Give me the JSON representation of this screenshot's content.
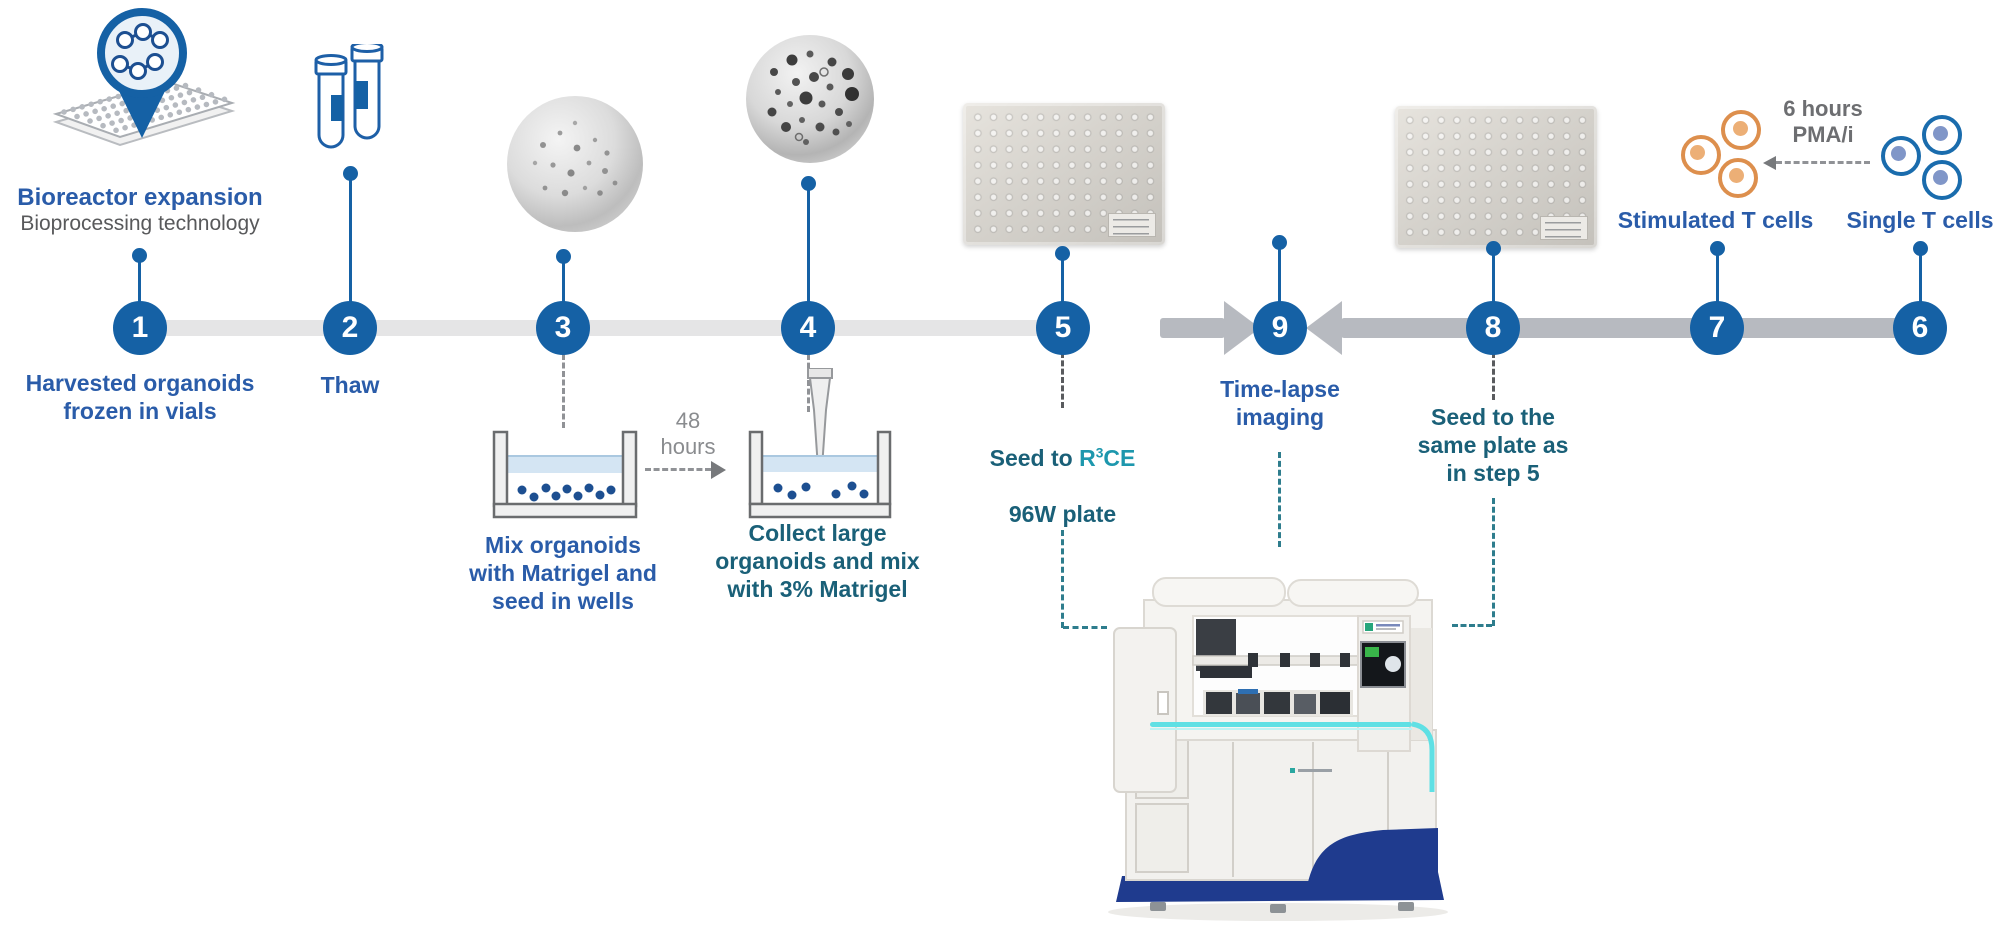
{
  "title": {
    "heading": "Bioreactor expansion",
    "subheading": "Bioprocessing technology"
  },
  "steps": [
    {
      "number": "1",
      "label": "Harvested organoids\nfrozen in vials",
      "icon": "wellplate-pin-icon"
    },
    {
      "number": "2",
      "label": "Thaw",
      "icon": "cryovials-icon"
    },
    {
      "number": "3",
      "label": "Mix organoids\nwith Matrigel and\nseed in wells",
      "icon": "organoid-sphere-photo",
      "sub_icon": "well-cross-section-icon"
    },
    {
      "number": "4",
      "label": "Collect large\norganoids and mix\nwith 3% Matrigel",
      "icon": "organoid-sphere-photo",
      "sub_icon": "well-with-pipette-icon"
    },
    {
      "number": "5",
      "label_prefix": "Seed to ",
      "label_r": "R",
      "label_sup": "3",
      "label_ce": "CE",
      "label_line2": "96W plate",
      "icon": "96-well-plate-photo"
    },
    {
      "number": "6",
      "label": "Single T cells",
      "icon": "blue-t-cells-icon"
    },
    {
      "number": "7",
      "label": "Stimulated T cells",
      "icon": "orange-t-cells-icon"
    },
    {
      "number": "8",
      "label": "Seed to the\nsame plate as\nin step 5",
      "icon": "96-well-plate-photo"
    },
    {
      "number": "9",
      "label": "Time-lapse\nimaging",
      "sub_icon": "automated-imager-photo"
    }
  ],
  "annotations": {
    "incubation": "48\nhours",
    "stimulation": "6 hours\nPMA/i"
  },
  "colors": {
    "step_circle_blue": "#1561a5",
    "label_blue": "#2a5ca9",
    "label_teal_dark": "#1a6078",
    "label_teal_bright": "#1d97ad",
    "subtitle_gray": "#58595b",
    "annotation_gray": "#8a8c8f",
    "bar_light_gray": "#e5e5e6",
    "bar_dark_gray": "#b7bac0",
    "connector_teal": "#2e7d8d",
    "cell_orange_ring": "#dd8f4d",
    "cell_orange_fill": "#ecaf76",
    "cell_blue_ring": "#1a6cad",
    "cell_blue_fill": "#8096c8",
    "organoid_dot_navy": "#1d4f91",
    "instrument_navy": "#1f3b8e",
    "instrument_cyan": "#5fe0e4"
  }
}
